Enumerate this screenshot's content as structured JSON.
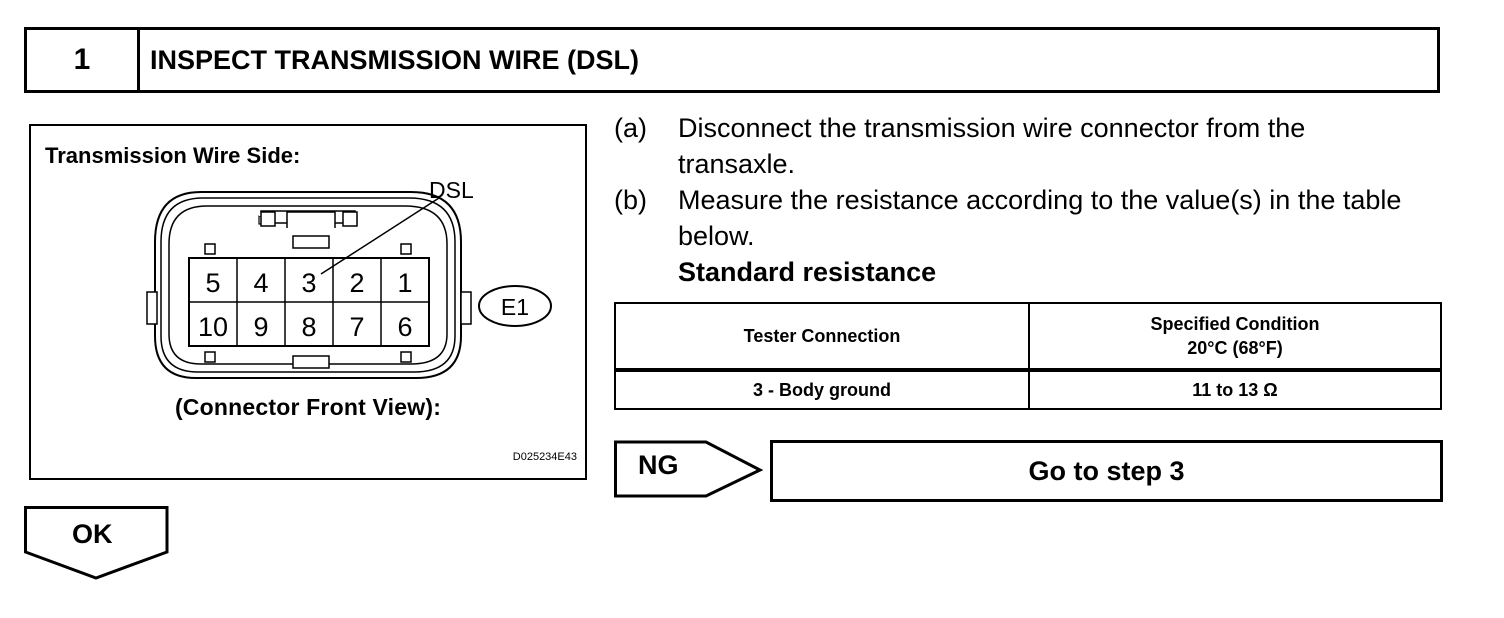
{
  "step": {
    "number": "1",
    "title": "INSPECT TRANSMISSION WIRE (DSL)"
  },
  "figure": {
    "heading": "Transmission Wire Side:",
    "callout": "DSL",
    "connector_id": "E1",
    "pins_top": [
      "5",
      "4",
      "3",
      "2",
      "1"
    ],
    "pins_bottom": [
      "10",
      "9",
      "8",
      "7",
      "6"
    ],
    "caption": "(Connector Front View):",
    "figure_code": "D025234E43"
  },
  "instructions": [
    {
      "label": "(a)",
      "text": "Disconnect the transmission wire connector from the transaxle."
    },
    {
      "label": "(b)",
      "text": "Measure the resistance according to the value(s) in the table below."
    }
  ],
  "standard_label": "Standard resistance",
  "table": {
    "headers": [
      "Tester Connection",
      "Specified Condition",
      "20°C (68°F)"
    ],
    "rows": [
      {
        "connection": "3 - Body ground",
        "condition": "11 to 13 Ω"
      }
    ]
  },
  "ng": {
    "label": "NG",
    "result": "Go to step 3"
  },
  "ok": {
    "label": "OK"
  }
}
